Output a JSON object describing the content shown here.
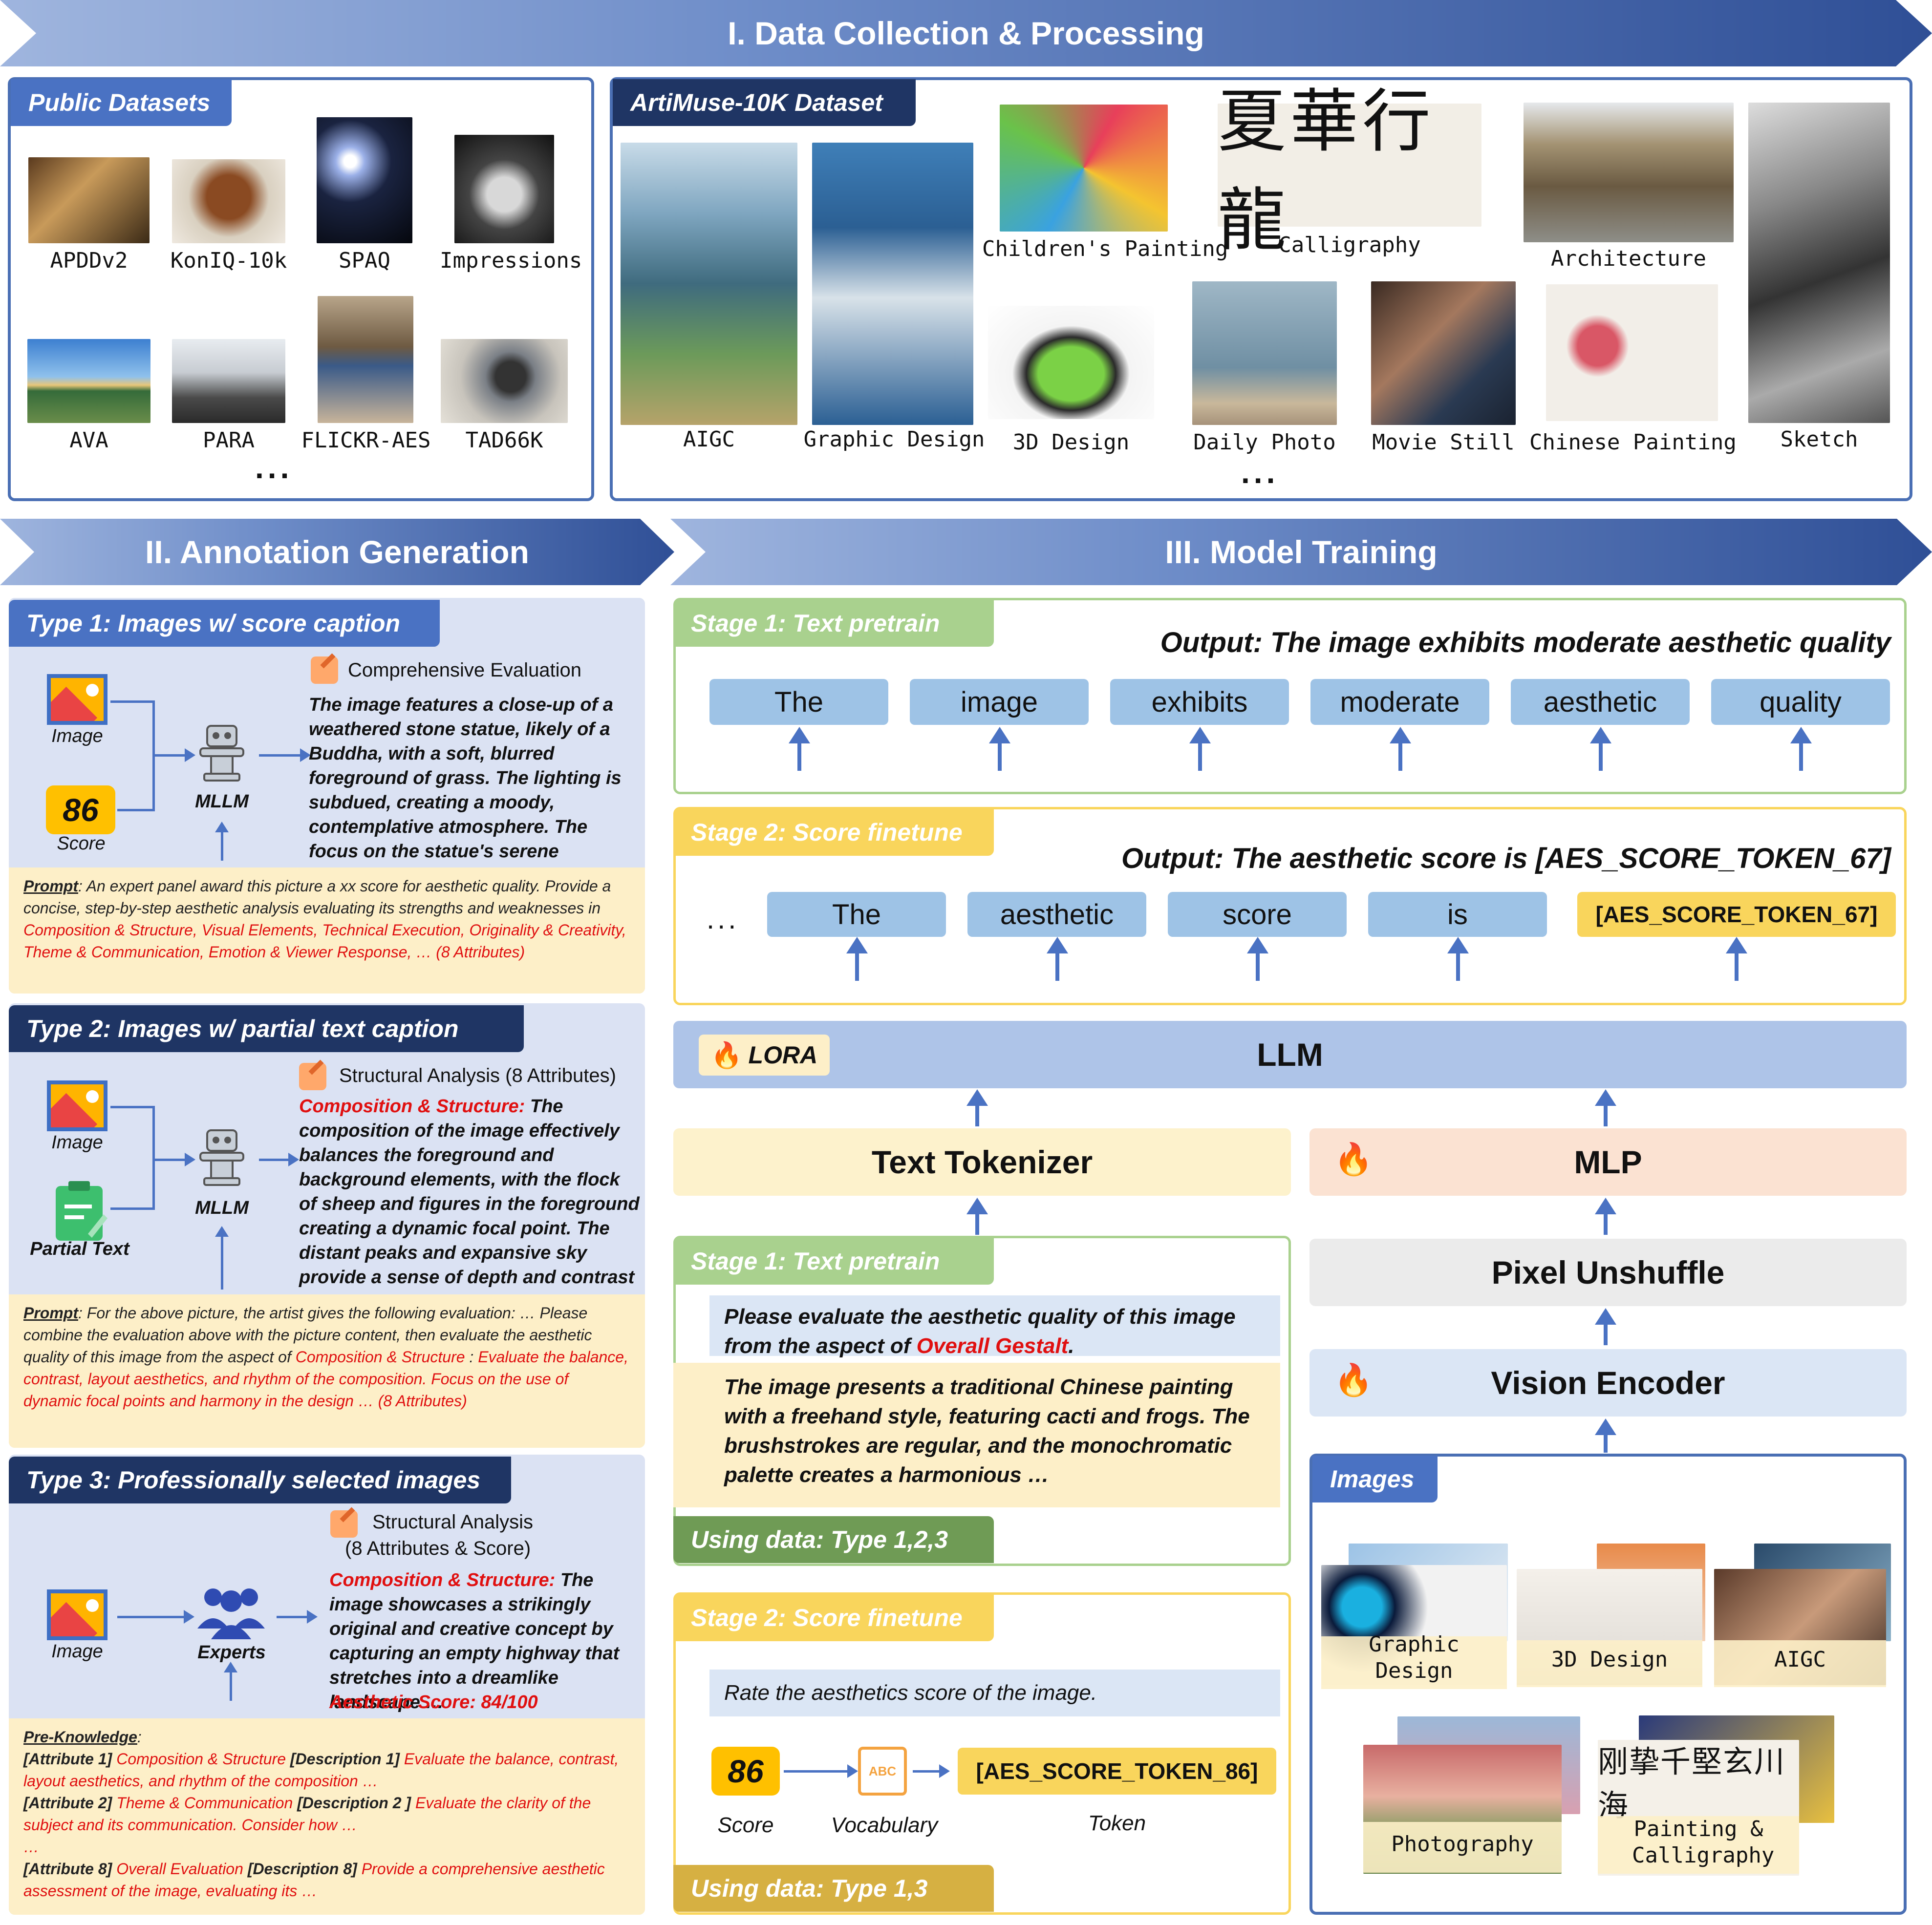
{
  "section1": {
    "title": "I. Data Collection & Processing",
    "public": {
      "label": "Public Datasets",
      "items": [
        "APDDv2",
        "KonIQ-10k",
        "SPAQ",
        "Impressions",
        "AVA",
        "PARA",
        "FLICKR-AES",
        "TAD66K"
      ],
      "more": "..."
    },
    "artimuse": {
      "label": "ArtiMuse-10K Dataset",
      "items": [
        "AIGC",
        "Graphic Design",
        "Children's Painting",
        "Calligraphy",
        "Architecture",
        "3D Design",
        "Daily Photo",
        "Movie Still",
        "Chinese Painting",
        "Sketch"
      ],
      "more": "...",
      "calligraphy_chars": "夏華行龍"
    }
  },
  "section2": {
    "title": "II.  Annotation Generation",
    "type1": {
      "label": "Type 1: Images w/ score caption",
      "image_label": "Image",
      "score": "86",
      "score_label": "Score",
      "mllm_label": "MLLM",
      "heading": "Comprehensive Evaluation",
      "text": "The image features a close-up of a weathered stone statue, likely of a Buddha, with a soft, blurred foreground of grass. The lighting is subdued, creating a moody, contemplative atmosphere. The focus on the statue's serene expression …",
      "prompt_label": "Prompt",
      "prompt_text": ": An expert panel award this picture a xx score for aesthetic quality. Provide a concise, step-by-step aesthetic analysis evaluating its strengths and weaknesses  in ",
      "prompt_red": "Composition & Structure, Visual Elements, Technical Execution, Originality & Creativity, Theme & Communication, Emotion & Viewer Response, … (8 Attributes)"
    },
    "type2": {
      "label": "Type 2: Images w/  partial text caption",
      "image_label": "Image",
      "partial_label": "Partial Text",
      "mllm_label": "MLLM",
      "heading": "Structural Analysis (8 Attributes)",
      "red_prefix": "Composition & Structure:",
      "text": " The composition of the image effectively balances the foreground and background elements, with the flock of sheep and figures in the foreground creating a dynamic focal point. The distant peaks and expansive sky provide a sense of depth and contrast ….",
      "prompt_label": "Prompt",
      "prompt_text": ": For the above picture, the artist gives the following evaluation: … Please combine the evaluation above with the picture content, then evaluate the aesthetic quality of this image from the aspect of ",
      "prompt_red1": "Composition & Structure",
      "prompt_mid": " : ",
      "prompt_red2": "Evaluate the balance, contrast, layout aesthetics, and rhythm of the composition. Focus on the use of dynamic focal points and harmony in the design … (8 Attributes)"
    },
    "type3": {
      "label": "Type 3: Professionally selected images",
      "image_label": "Image",
      "experts_label": "Experts",
      "heading1": "Structural Analysis",
      "heading2": "(8 Attributes & Score)",
      "red_prefix": "Composition & Structure:",
      "text": " The image showcases a strikingly original and creative concept by capturing an empty highway that stretches into a dreamlike landscape …",
      "score_label": "Aesthetic Score:",
      "score_value": " 84/100",
      "pk_label": "Pre-Knowledge",
      "pk_colon": ":",
      "attr1_tag": "[Attribute 1]",
      "attr1_red": " Composition & Structure ",
      "desc1_tag": "[Description 1]",
      "desc1_red": " Evaluate the balance, contrast, layout aesthetics, and rhythm of the composition …",
      "attr2_tag": "[Attribute 2]",
      "attr2_red": " Theme & Communication ",
      "desc2_tag": "[Description 2 ]",
      "desc2_red": " Evaluate the clarity of the subject and its communication. Consider how …",
      "ellipsis": "…",
      "attr8_tag": "[Attribute 8]",
      "attr8_red": " Overall Evaluation ",
      "desc8_tag": "[Description 8]",
      "desc8_red": " Provide a comprehensive aesthetic assessment of the image, evaluating its …"
    }
  },
  "section3": {
    "title": "III. Model Training",
    "stage1_out": {
      "label": "Stage 1: Text pretrain",
      "output": "Output: The image exhibits moderate aesthetic quality",
      "tokens": [
        "The",
        "image",
        "exhibits",
        "moderate",
        "aesthetic",
        "quality"
      ]
    },
    "stage2_out": {
      "label": "Stage 2: Score finetune",
      "output": "Output: The aesthetic score is [AES_SCORE_TOKEN_67]",
      "dots": "...",
      "tokens": [
        "The",
        "aesthetic",
        "score",
        "is"
      ],
      "score_token": "[AES_SCORE_TOKEN_67]"
    },
    "llm": {
      "lora": "LORA",
      "label": "LLM"
    },
    "text_tokenizer": "Text Tokenizer",
    "mlp": "MLP",
    "pixel_unshuffle": "Pixel Unshuffle",
    "vision_encoder": "Vision Encoder",
    "stage1_in": {
      "label": "Stage 1: Text pretrain",
      "question_pre": "Please evaluate the aesthetic quality of this image from the aspect of ",
      "question_red": "Overall Gestalt",
      "question_post": ".",
      "answer": "The image presents a traditional Chinese painting with a freehand style, featuring cacti and frogs. The brushstrokes are regular, and the monochromatic palette creates a harmonious …",
      "using": "Using data: Type 1,2,3"
    },
    "stage2_in": {
      "label": "Stage 2: Score finetune",
      "question": "Rate the aesthetics score of the image.",
      "score": "86",
      "score_label": "Score",
      "vocab_label": "Vocabulary",
      "vocab_icon_text": "ABC",
      "token": "[AES_SCORE_TOKEN_86]",
      "token_label": "Token",
      "using": "Using data: Type 1,3"
    },
    "images": {
      "label": "Images",
      "items": [
        "Graphic Design",
        "3D Design",
        "AIGC",
        "Photography",
        "Painting & Calligraphy"
      ],
      "calligraphy_chars": "刚挚千堅玄川海"
    }
  },
  "colors": {
    "banner_dark": "#2f4f96",
    "accent_blue": "#4a72c3",
    "token_blue": "#9ec3e6",
    "score_gold": "#f9d55c",
    "red_text": "#e01010"
  }
}
